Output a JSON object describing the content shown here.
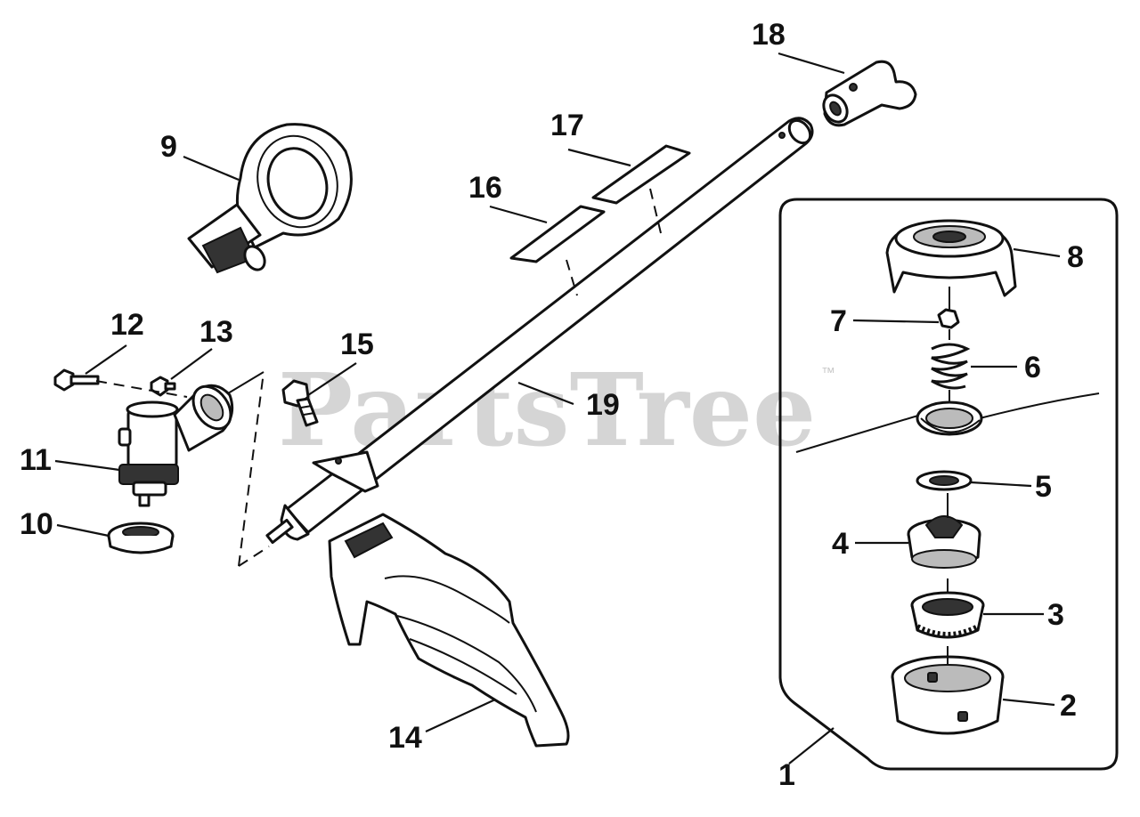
{
  "watermark": {
    "text": "PartsTree",
    "trademark": "™"
  },
  "callouts": [
    {
      "id": "1",
      "text": "1"
    },
    {
      "id": "2",
      "text": "2"
    },
    {
      "id": "3",
      "text": "3"
    },
    {
      "id": "4",
      "text": "4"
    },
    {
      "id": "5",
      "text": "5"
    },
    {
      "id": "6",
      "text": "6"
    },
    {
      "id": "7",
      "text": "7"
    },
    {
      "id": "8",
      "text": "8"
    },
    {
      "id": "9",
      "text": "9"
    },
    {
      "id": "10",
      "text": "10"
    },
    {
      "id": "11",
      "text": "11"
    },
    {
      "id": "12",
      "text": "12"
    },
    {
      "id": "13",
      "text": "13"
    },
    {
      "id": "14",
      "text": "14"
    },
    {
      "id": "15",
      "text": "15"
    },
    {
      "id": "16",
      "text": "16"
    },
    {
      "id": "17",
      "text": "17"
    },
    {
      "id": "18",
      "text": "18"
    },
    {
      "id": "19",
      "text": "19"
    }
  ]
}
